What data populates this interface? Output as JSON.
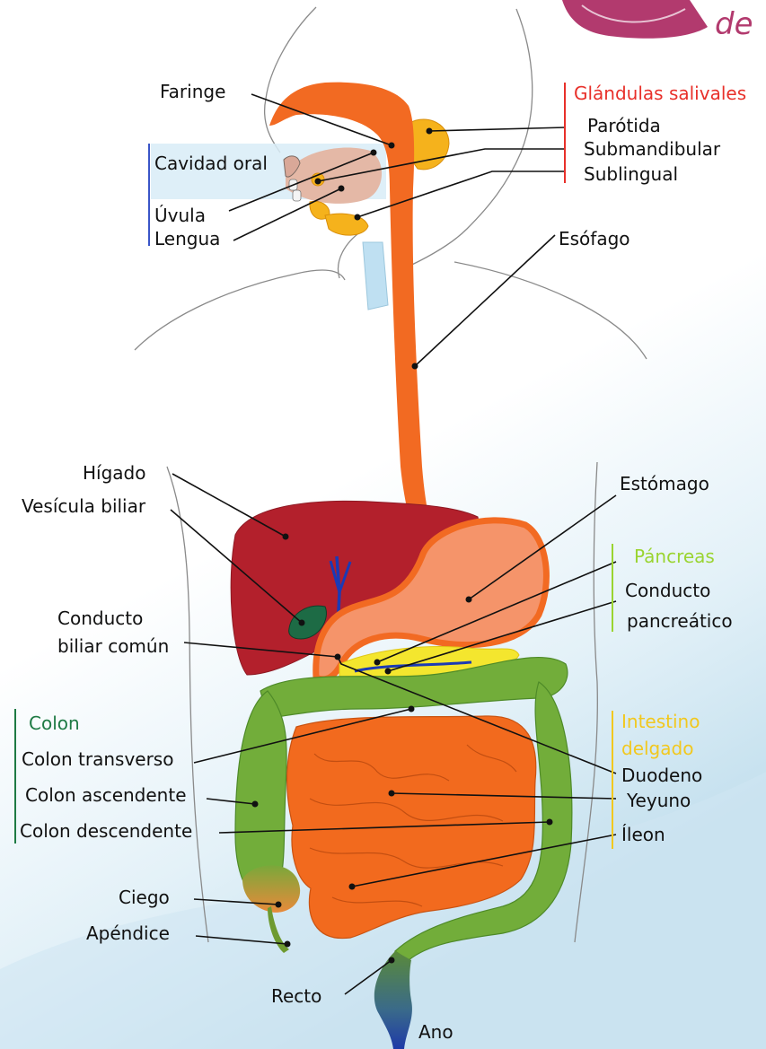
{
  "colors": {
    "salivary": "#e8302a",
    "oral": "#3a55c8",
    "pancreas": "#9ad430",
    "colon": "#1e7a44",
    "small_intestine": "#f2c81e",
    "esophagus": "#f36a1e",
    "liver": "#b5222e",
    "stomach": "#f59468",
    "colon_fill": "#72ad3a",
    "intestine_fill": "#f26a1e",
    "logo": "#b23a6e"
  },
  "logo": {
    "text": "de"
  },
  "labels": {
    "faringe": "Faringe",
    "cavidad_oral": "Cavidad oral",
    "uvula": "Úvula",
    "lengua": "Lengua",
    "glandulas": "Glándulas salivales",
    "parotida": "Parótida",
    "submandibular": "Submandibular",
    "sublingual": "Sublingual",
    "esofago": "Esófago",
    "higado": "Hígado",
    "vesicula": "Vesícula biliar",
    "estomago": "Estómago",
    "pancreas": "Páncreas",
    "conducto_pancreatico_1": "Conducto",
    "conducto_pancreatico_2": "pancreático",
    "conducto_biliar_1": "Conducto",
    "conducto_biliar_2": "biliar común",
    "colon": "Colon",
    "colon_transverso": "Colon transverso",
    "colon_ascendente": "Colon ascendente",
    "colon_descendente": "Colon descendente",
    "intestino_1": "Intestino",
    "intestino_2": "delgado",
    "duodeno": "Duodeno",
    "yeyuno": "Yeyuno",
    "ileon": "Íleon",
    "ciego": "Ciego",
    "apendice": "Apéndice",
    "recto": "Recto",
    "ano": "Ano"
  }
}
